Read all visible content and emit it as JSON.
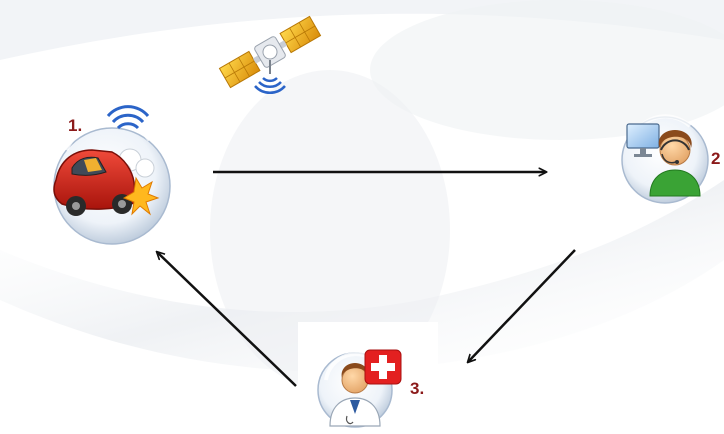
{
  "diagram": {
    "steps": [
      {
        "label": "1.",
        "icon": "car-crash-icon"
      },
      {
        "label": "2",
        "icon": "call-center-operator-icon"
      },
      {
        "label": "3.",
        "icon": "doctor-medical-icon"
      }
    ],
    "extra_icons": [
      "satellite-icon"
    ],
    "arrows": [
      {
        "from": "1",
        "to": "2"
      },
      {
        "from": "2",
        "to": "3"
      },
      {
        "from": "3",
        "to": "1"
      }
    ],
    "colors": {
      "label": "#8b1a1a",
      "arrow": "#111111",
      "signal": "#2b64c8",
      "car": "#d8281e",
      "operator_shirt": "#3aa335",
      "cross": "#e32020"
    }
  }
}
